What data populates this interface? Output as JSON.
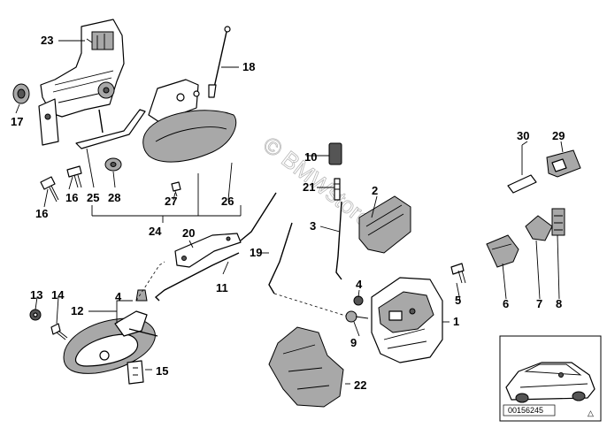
{
  "diagram": {
    "labels": {
      "l1": "1",
      "l2": "2",
      "l3": "3",
      "l4a": "4",
      "l4b": "4",
      "l5": "5",
      "l6": "6",
      "l7": "7",
      "l8": "8",
      "l9": "9",
      "l10": "10",
      "l11": "11",
      "l12": "12",
      "l13": "13",
      "l14": "14",
      "l15": "15",
      "l16a": "16",
      "l16b": "16",
      "l17": "17",
      "l18": "18",
      "l19": "19",
      "l20": "20",
      "l21": "21",
      "l22": "22",
      "l23": "23",
      "l24": "24",
      "l25": "25",
      "l26": "26",
      "l27": "27",
      "l28": "28",
      "l29": "29",
      "l30": "30"
    },
    "watermark": "© BMWstore.pl",
    "thumbnail": {
      "image_number": "00156245",
      "arrow_glyph": "△"
    }
  }
}
